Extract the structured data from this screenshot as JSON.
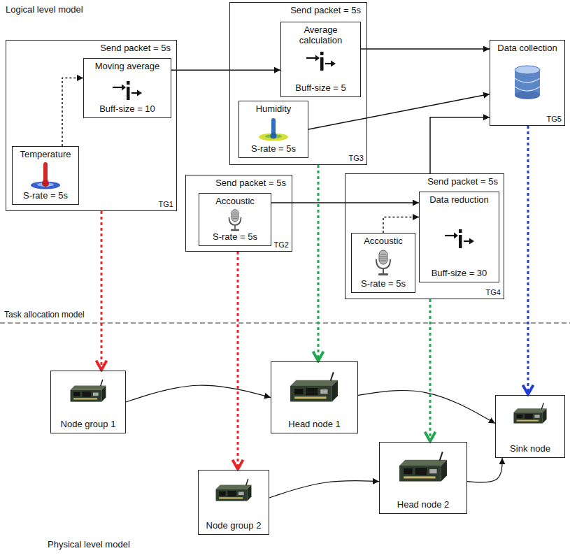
{
  "diagram": {
    "nodes": [
      {
        "text": [
          "Send packet = 5s",
          "TG1"
        ]
      },
      {
        "text": [
          "Moving average",
          "Buff-size = 10"
        ],
        "in": 0
      },
      {
        "text": [
          "Temperature",
          "S-rate = 5s"
        ],
        "in": 0
      },
      {
        "text": [
          "Send packet = 5s",
          "TG3"
        ]
      },
      {
        "text": [
          "Average calculation",
          "Buff-size = 5"
        ],
        "in": 3
      },
      {
        "text": [
          "Humidity",
          "S-rate = 5s"
        ],
        "in": 3
      },
      {
        "text": [
          "Data collection",
          "TG5"
        ]
      },
      {
        "text": [
          "Send packet = 5s",
          "TG2"
        ]
      },
      {
        "text": [
          "Accoustic",
          "S-rate = 5s"
        ],
        "in": 7
      },
      {
        "text": [
          "Send packet = 5s",
          "TG4"
        ]
      },
      {
        "text": [
          "Data reduction",
          "Buff-size = 30"
        ],
        "in": 9
      },
      {
        "text": [
          "Accoustic",
          "S-rate = 5s"
        ],
        "in": 9
      },
      {
        "text": [
          "Node group 1"
        ]
      },
      {
        "text": [
          "Head node 1"
        ]
      },
      {
        "text": [
          "Sink node"
        ]
      },
      {
        "text": [
          "Node group 2"
        ]
      },
      {
        "text": [
          "Head node 2"
        ]
      }
    ],
    "edges": [
      {
        "from": 2,
        "to": 1,
        "arrow": "to"
      },
      {
        "from": 1,
        "to": 4,
        "arrow": "to"
      },
      {
        "from": 4,
        "to": 6,
        "arrow": "to"
      },
      {
        "from": 5,
        "to": 6,
        "arrow": "to"
      },
      {
        "from": 8,
        "to": 10,
        "arrow": "to"
      },
      {
        "from": 11,
        "to": 10,
        "arrow": "to"
      },
      {
        "from": 9,
        "to": 6,
        "arrow": "to"
      },
      {
        "from": 0,
        "to": 12,
        "arrow": "to"
      },
      {
        "from": 7,
        "to": 15,
        "arrow": "to"
      },
      {
        "from": 3,
        "to": 13,
        "arrow": "to"
      },
      {
        "from": 9,
        "to": 16,
        "arrow": "to"
      },
      {
        "from": 6,
        "to": 14,
        "arrow": "to"
      },
      {
        "from": 12,
        "to": 13,
        "arrow": "to"
      },
      {
        "from": 13,
        "to": 14,
        "arrow": "to"
      },
      {
        "from": 15,
        "to": 16,
        "arrow": "to"
      },
      {
        "from": 16,
        "to": 14,
        "arrow": "to"
      }
    ],
    "labels": [
      "Logical level model",
      "Task allocation model",
      "Physical level model"
    ]
  }
}
